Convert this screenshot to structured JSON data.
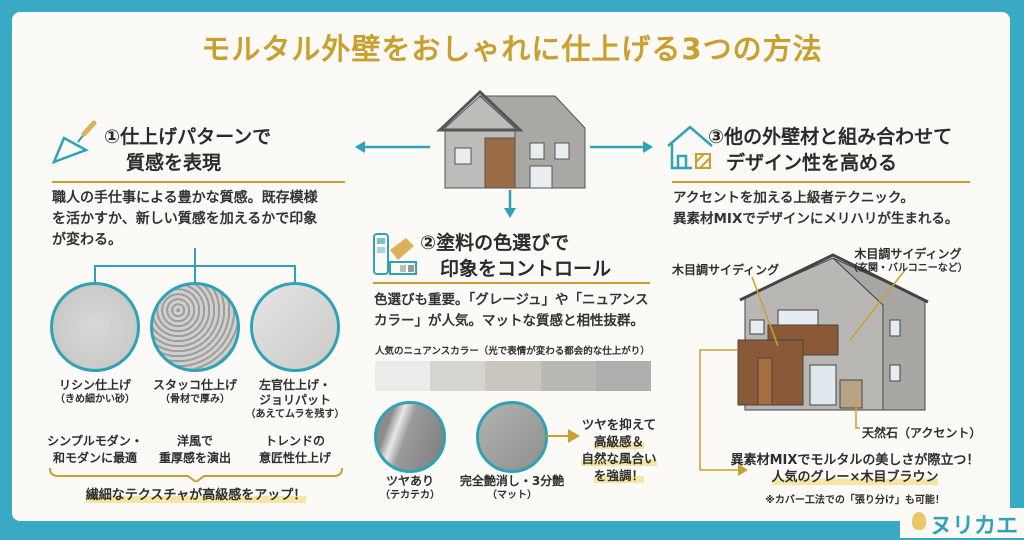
{
  "title": "モルタル外壁をおしゃれに仕上げる3つの方法",
  "colors": {
    "frame": "#3aaac4",
    "gold": "#c9a030",
    "panel": "#fbfaf6",
    "teal": "#2fa3b5"
  },
  "section1": {
    "icon": "trowel-icon",
    "heading_line1": "①仕上げパターンで",
    "heading_line2": "質感を表現",
    "body": [
      "職人の手仕事による豊かな質感。既存模様",
      "を活かすか、新しい質感を加えるかで印象",
      "が変わる。"
    ],
    "textures": [
      {
        "name": "リシン仕上げ",
        "sub": "（きめ細かい砂）",
        "desc1": "シンプルモダン・",
        "desc2": "和モダンに最適"
      },
      {
        "name": "スタッコ仕上げ",
        "sub": "（骨材で厚み）",
        "desc1": "洋風で",
        "desc2": "重厚感を演出"
      },
      {
        "name": "左官仕上げ・",
        "name2": "ジョリパット",
        "sub": "（あえてムラを残す）",
        "desc1": "トレンドの",
        "desc2": "意匠性仕上げ"
      }
    ],
    "summary": "繊細なテクスチャが高級感をアップ！"
  },
  "section2": {
    "icon": "color-palette-icon",
    "heading_line1": "②塗料の色選びで",
    "heading_line2": "印象をコントロール",
    "body": [
      "色選びも重要。「グレージュ」や「ニュアンス",
      "カラー」が人気。マットな質感と相性抜群。"
    ],
    "swatch_label": "人気のニュアンスカラー（光で表情が変わる都会的な仕上がり）",
    "swatches": [
      "#ececea",
      "#d6d4cf",
      "#cac6bd",
      "#b9b8b5",
      "#b0afad"
    ],
    "glossy": {
      "name": "ツヤあり",
      "sub": "（テカテカ）"
    },
    "matte": {
      "name": "完全艶消し・3分艶",
      "sub": "（マット）"
    },
    "callout": [
      "ツヤを抑えて",
      "高級感＆",
      "自然な風合い",
      "を強調！"
    ]
  },
  "section3": {
    "icon": "house-icon",
    "heading_line1": "③他の外壁材と組み合わせて",
    "heading_line2": "デザイン性を高める",
    "body": [
      "アクセントを加える上級者テクニック。",
      "異素材MIXでデザインにメリハリが生まれる。"
    ],
    "label_left": "木目調サイディング",
    "label_right": "木目調サイディング",
    "label_right_sub": "（玄関・バルコニーなど）",
    "label_stone": "天然石（アクセント）",
    "result_line1": "異素材MIXでモルタルの美しさが際立つ！",
    "result_line2": "人気のグレー×木目ブラウン",
    "note": "※カバー工法での「張り分け」も可能！"
  },
  "logo": "ヌリカエ"
}
